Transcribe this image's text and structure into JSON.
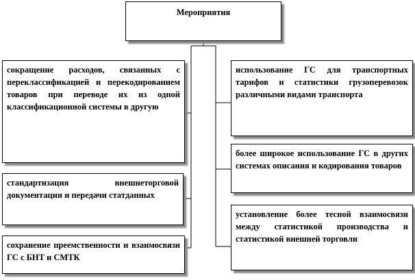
{
  "title": "Мероприятия",
  "left": [
    "сокращение расходов, связанных с переклассификацией и перекодированием товаров при переводе их из одной классификационной системы в другую",
    "стандартизация внешнеторговой документации и передачи статданных",
    "сохранение преемственности и взаимосвязи ГС с БНТ и СМТК"
  ],
  "right": [
    "использование ГС для транспортных тарифов и статистики грузоперевозок различными видами транспорта",
    "более широкое использование ГС в других системах описания и кодирования товаров",
    "установление более тесной взаимосвязи между статистикой производства и статистикой внешней торговли"
  ]
}
